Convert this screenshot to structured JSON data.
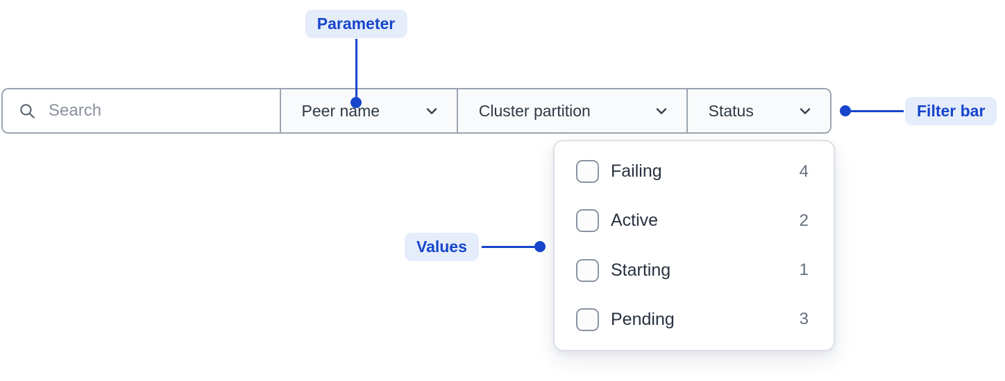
{
  "annotations": {
    "parameter": "Parameter",
    "filter_bar": "Filter bar",
    "values": "Values"
  },
  "filter_bar": {
    "search_placeholder": "Search",
    "dropdowns": [
      {
        "label": "Peer name"
      },
      {
        "label": "Cluster partition"
      },
      {
        "label": "Status"
      }
    ]
  },
  "status_dropdown": {
    "options": [
      {
        "label": "Failing",
        "count": "4",
        "checked": false
      },
      {
        "label": "Active",
        "count": "2",
        "checked": false
      },
      {
        "label": "Starting",
        "count": "1",
        "checked": false
      },
      {
        "label": "Pending",
        "count": "3",
        "checked": false
      }
    ]
  },
  "colors": {
    "annotation_text": "#1745CB",
    "annotation_pill_bg": "#E5EDFB",
    "connector": "#1745CB",
    "bar_border": "#9AA3B0",
    "dropdown_section_bg": "#F9FAFB",
    "panel_border": "#DCE0E6",
    "label_text": "#2E3946",
    "count_text": "#646E7B",
    "placeholder_text": "#8A919D"
  }
}
